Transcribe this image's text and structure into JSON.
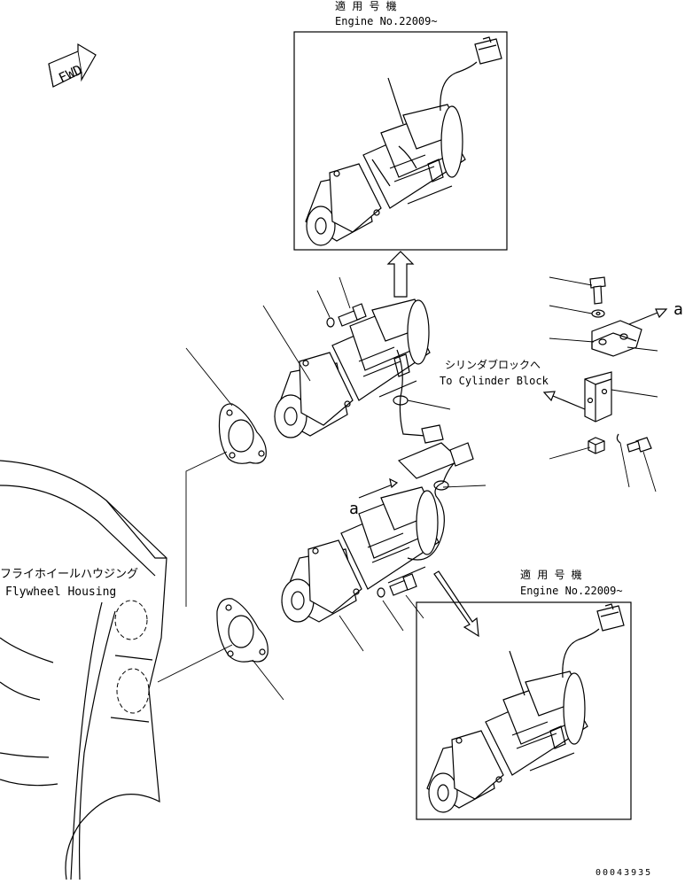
{
  "labels": {
    "applicable_top_jp": "適 用 号 機",
    "applicable_top_en": "Engine No.22009~",
    "applicable_bottom_jp": "適 用 号 機",
    "applicable_bottom_en": "Engine No.22009~",
    "cylinder_block_jp": "シリンダブロックへ",
    "cylinder_block_en": "To Cylinder Block",
    "flywheel_housing_jp": "フライホイールハウジング",
    "flywheel_housing_en": "Flywheel Housing",
    "ref_a_1": "a",
    "ref_a_2": "a",
    "fwd": "FWD",
    "drawing_number": "00043935"
  }
}
